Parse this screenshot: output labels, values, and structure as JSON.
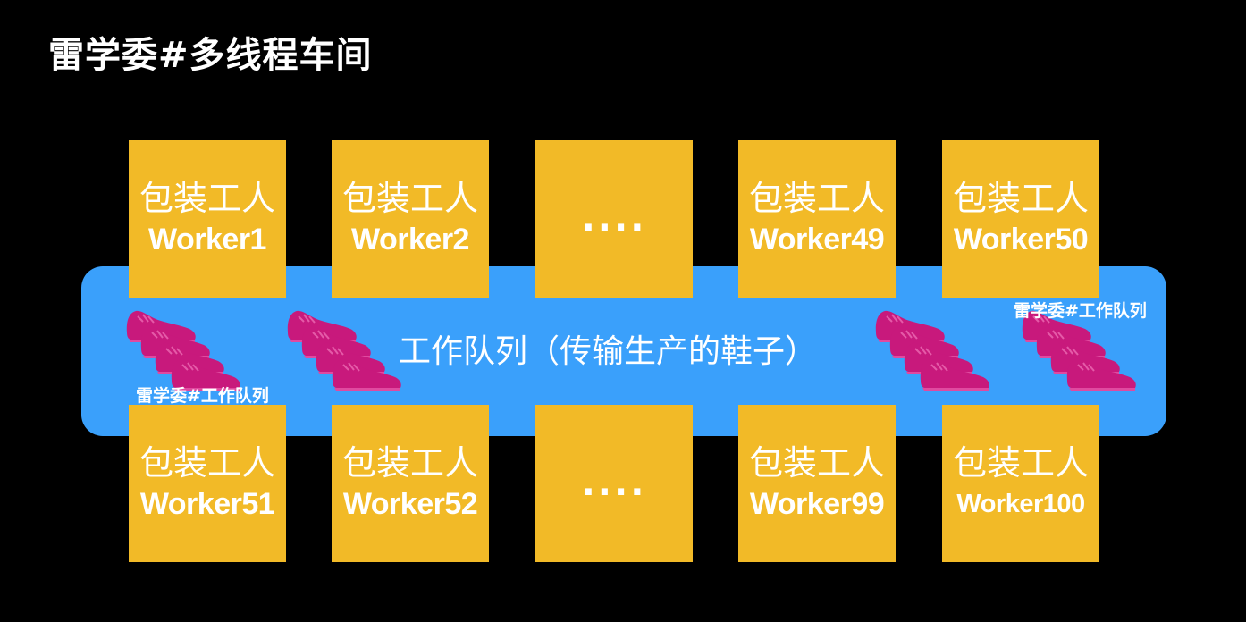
{
  "title": "雷学委#多线程车间",
  "queue": {
    "label": "工作队列（传输生产的鞋子）",
    "watermark_left": "雷学委#工作队列",
    "watermark_right": "雷学委#工作队列"
  },
  "workers_top": [
    {
      "role": "包装工人",
      "name": "Worker1"
    },
    {
      "role": "包装工人",
      "name": "Worker2"
    },
    {
      "ellipsis": "...."
    },
    {
      "role": "包装工人",
      "name": "Worker49"
    },
    {
      "role": "包装工人",
      "name": "Worker50"
    }
  ],
  "workers_bottom": [
    {
      "role": "包装工人",
      "name": "Worker51"
    },
    {
      "role": "包装工人",
      "name": "Worker52"
    },
    {
      "ellipsis": "...."
    },
    {
      "role": "包装工人",
      "name": "Worker99"
    },
    {
      "role": "包装工人",
      "name": "Worker100"
    }
  ],
  "colors": {
    "background": "#000000",
    "queue": "#3aa0fb",
    "worker_box": "#f2ba27",
    "shoe": "#c8197c"
  },
  "icons": [
    "shoe-stack-icon"
  ]
}
